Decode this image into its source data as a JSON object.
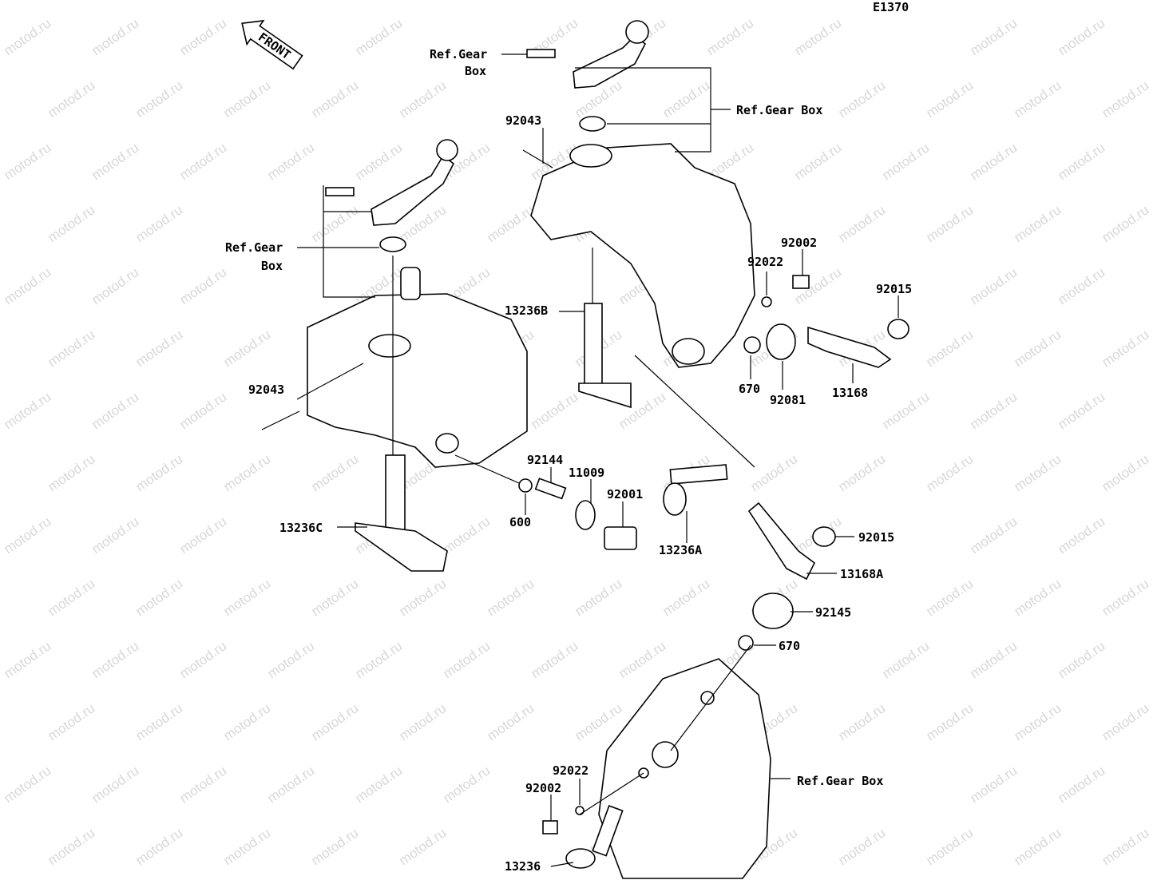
{
  "diagram_code": "E1370",
  "front_arrow": "FRONT",
  "watermark": "motod.ru",
  "labels": {
    "ref_gear_box_top_a": "Ref.Gear",
    "ref_gear_box_top_b": "Box",
    "ref_gear_box_right": "Ref.Gear Box",
    "ref_gear_box_left_a": "Ref.Gear",
    "ref_gear_box_left_b": "Box",
    "ref_gear_box_bottom": "Ref.Gear Box",
    "p92043_top": "92043",
    "p92043_left": "92043",
    "p92002_top": "92002",
    "p92022_top": "92022",
    "p92015_top": "92015",
    "p13236B": "13236B",
    "p670_top": "670",
    "p92081": "92081",
    "p13168": "13168",
    "p92144": "92144",
    "p11009": "11009",
    "p92001": "92001",
    "p600": "600",
    "p13236C": "13236C",
    "p13236A": "13236A",
    "p92015_mid": "92015",
    "p13168A": "13168A",
    "p92145": "92145",
    "p670_bottom": "670",
    "p92022_bottom": "92022",
    "p92002_bottom": "92002",
    "p13236": "13236"
  }
}
